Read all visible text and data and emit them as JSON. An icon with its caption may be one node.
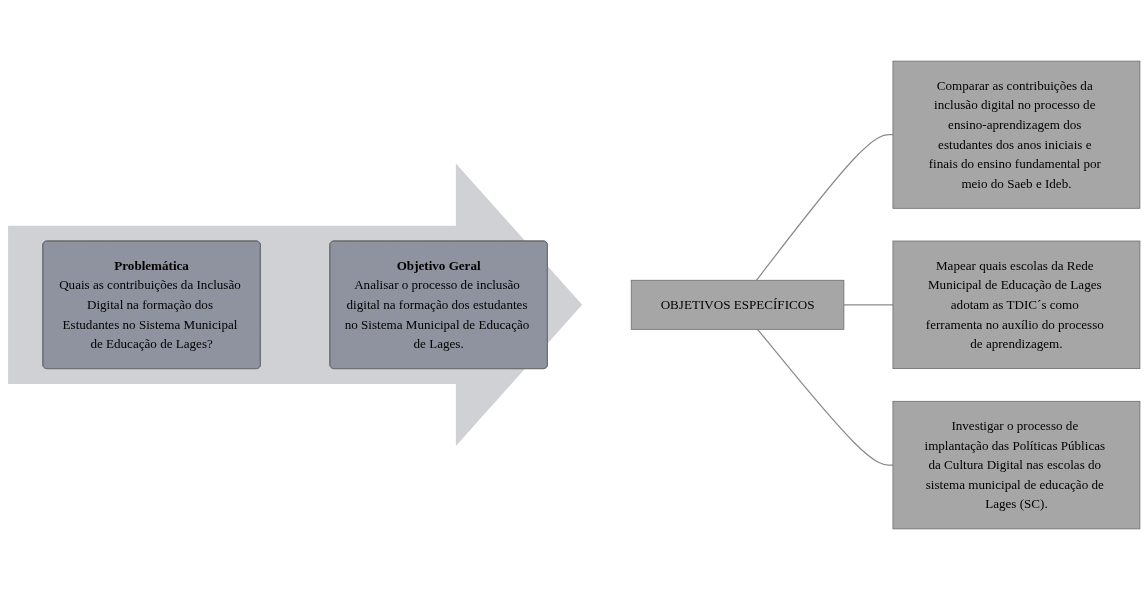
{
  "diagram": {
    "nodes": [
      {
        "text": [],
        "shape": "arrow"
      },
      {
        "text": [
          "Problemática",
          "Quais as contribuições da Inclusão Digital na formação dos Estudantes no Sistema Municipal de Educação de Lages?"
        ],
        "in": 0
      },
      {
        "text": [
          "Objetivo Geral",
          "Analisar o processo de inclusão digital na formação dos estudantes no Sistema Municipal de Educação de Lages."
        ],
        "in": 0
      },
      {
        "text": [
          "OBJETIVOS ESPECÍFICOS"
        ]
      },
      {
        "text": [
          "Comparar as contribuições da inclusão digital no processo de ensino-aprendizagem dos estudantes dos anos iniciais e finais do ensino fundamental por meio do Saeb e Ideb."
        ]
      },
      {
        "text": [
          "Mapear quais escolas da Rede Municipal de Educação de Lages adotam as TDIC´s como ferramenta no auxílio do processo de aprendizagem."
        ]
      },
      {
        "text": [
          "Investigar o processo de implantação das Políticas Públicas da Cultura Digital nas escolas do sistema municipal de educação de Lages (SC)."
        ]
      }
    ],
    "edges": [
      {
        "from": 3,
        "to": 4,
        "arrow": "none"
      },
      {
        "from": 3,
        "to": 5,
        "arrow": "none"
      },
      {
        "from": 3,
        "to": 6,
        "arrow": "none"
      }
    ]
  }
}
